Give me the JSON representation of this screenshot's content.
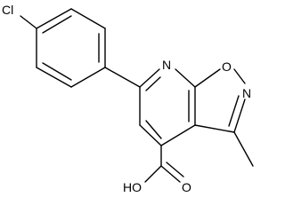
{
  "molecule": {
    "labels": {
      "cl": "Cl",
      "n_pyridine": "N",
      "o_ring": "O",
      "n_isoxazole": "N",
      "ho": "HO",
      "o_carbonyl": "O"
    }
  }
}
